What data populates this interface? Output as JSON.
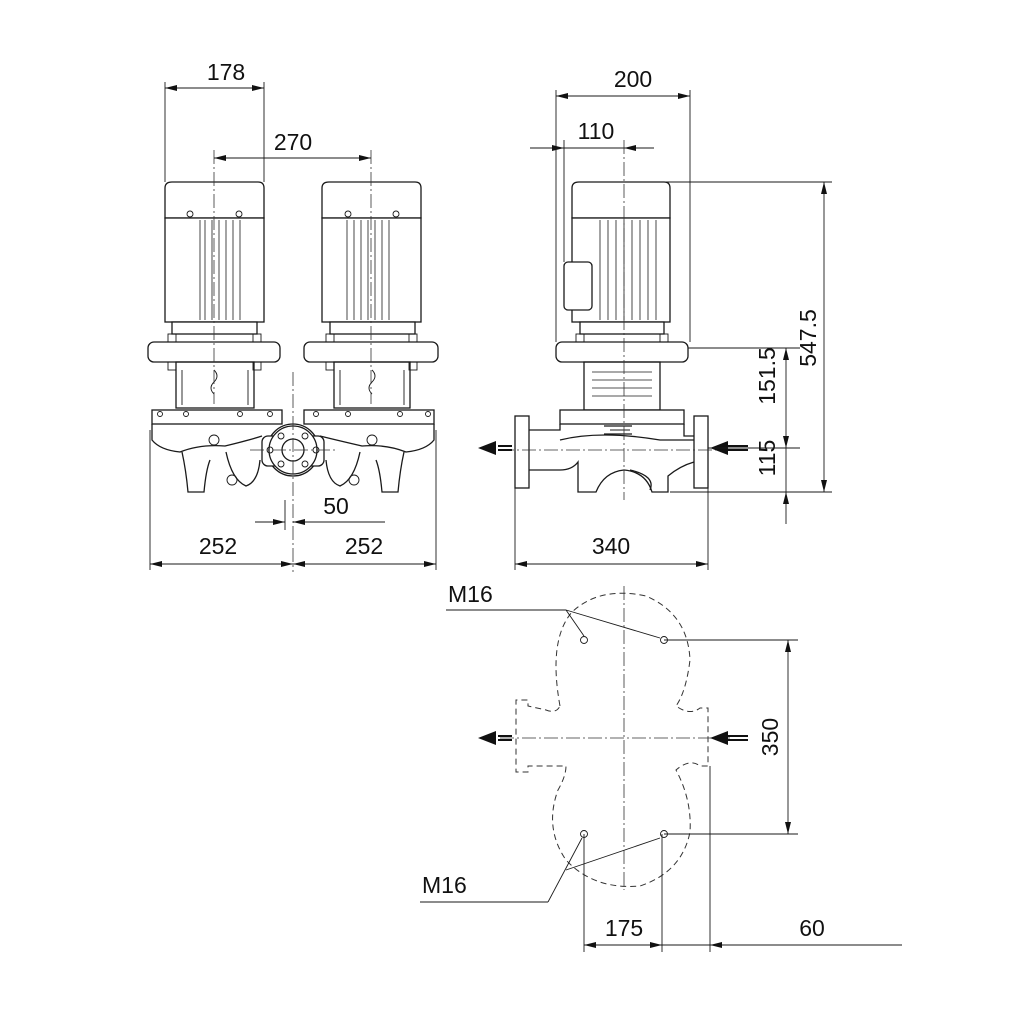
{
  "dimensions": {
    "motor_width": "178",
    "motor_spacing": "270",
    "side_width": "200",
    "side_offset": "110",
    "total_height": "547.5",
    "flange_to_axis": "151.5",
    "axis_to_base": "115",
    "pipe_offset": "50",
    "half_width_left": "252",
    "half_width_right": "252",
    "port_to_port": "340",
    "bolt_spacing_vertical": "350",
    "bolt_spacing_horizontal": "175",
    "base_offset": "60"
  },
  "labels": {
    "bolt_top": "M16",
    "bolt_bottom": "M16"
  },
  "icons": {
    "flow_arrow": "flow-arrow-icon"
  }
}
